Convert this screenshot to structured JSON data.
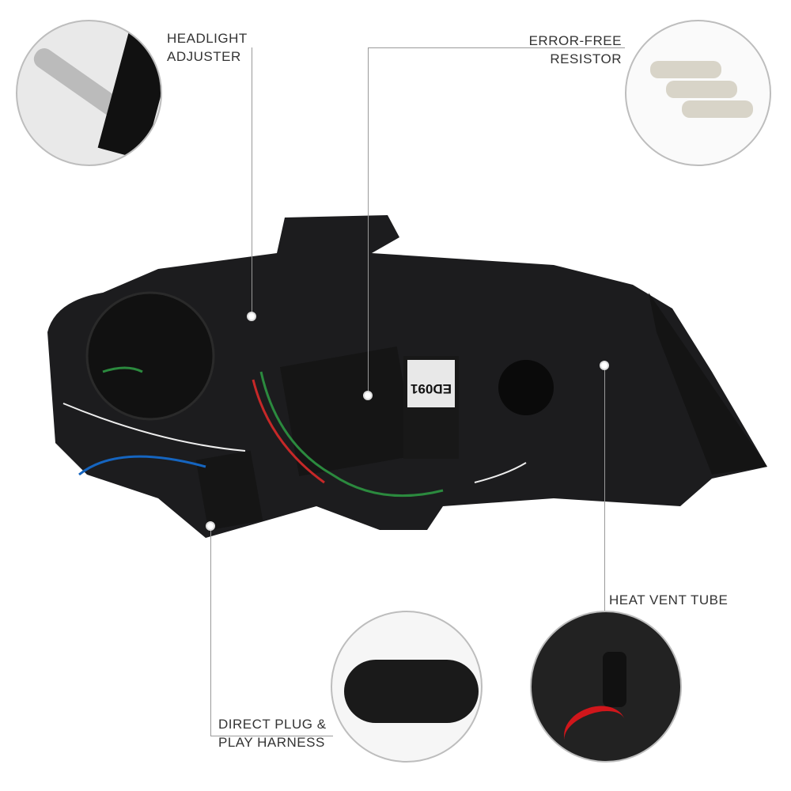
{
  "callouts": {
    "adjuster": {
      "line1": "HEADLIGHT",
      "line2": "ADJUSTER"
    },
    "resistor": {
      "line1": "ERROR-FREE",
      "line2": "RESISTOR"
    },
    "vent": {
      "line1": "HEAT VENT TUBE"
    },
    "harness": {
      "line1": "DIRECT PLUG &",
      "line2": "PLAY HARNESS"
    }
  },
  "module_label": "ED091",
  "colors": {
    "housing": "#1c1c1e",
    "text": "#333333",
    "arrow": "#d0161b"
  }
}
